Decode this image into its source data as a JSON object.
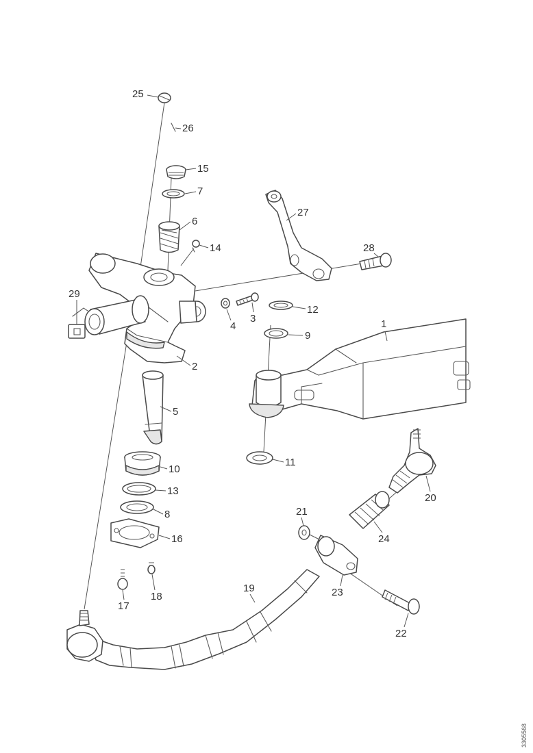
{
  "callouts": {
    "c1": "1",
    "c2": "2",
    "c3": "3",
    "c4": "4",
    "c5": "5",
    "c6": "6",
    "c7": "7",
    "c8": "8",
    "c9": "9",
    "c10": "10",
    "c11": "11",
    "c12": "12",
    "c13": "13",
    "c14": "14",
    "c15": "15",
    "c16": "16",
    "c17": "17",
    "c18": "18",
    "c19": "19",
    "c20": "20",
    "c21": "21",
    "c22": "22",
    "c23": "23",
    "c24": "24",
    "c25": "25",
    "c26": "26",
    "c27": "27",
    "c28": "28",
    "c29": "29"
  },
  "drawing_ref": "3305568"
}
